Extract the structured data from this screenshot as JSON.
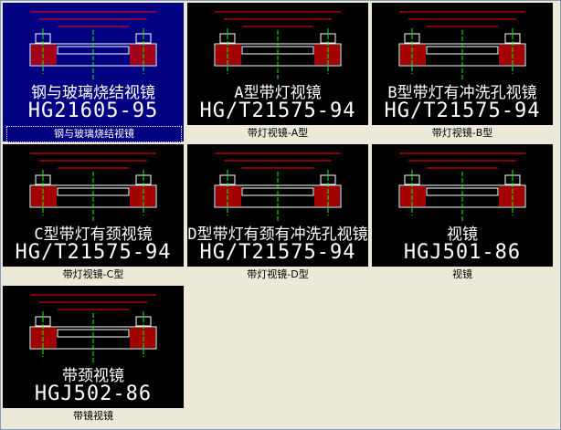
{
  "items": [
    {
      "title": "钢与玻璃烧结视镜",
      "code": "HG21605-95",
      "label": "钢与玻璃烧结视镜",
      "selected": true
    },
    {
      "title": "A型带灯视镜",
      "code": "HG/T21575-94",
      "label": "带灯视镜-A型",
      "selected": false
    },
    {
      "title": "B型带灯有冲洗孔视镜",
      "code": "HG/T21575-94",
      "label": "带灯视镜-B型",
      "selected": false
    },
    {
      "title": "C型带灯有颈视镜",
      "code": "HG/T21575-94",
      "label": "带灯视镜-C型",
      "selected": false
    },
    {
      "title": "D型带灯有颈有冲洗孔视镜",
      "code": "HG/T21575-94",
      "label": "带灯视镜-D型",
      "selected": false
    },
    {
      "title": "视镜",
      "code": "HGJ501-86",
      "label": "视镜",
      "selected": false
    },
    {
      "title": "带颈视镜",
      "code": "HGJ502-86",
      "label": "带镜视镜",
      "selected": false
    }
  ]
}
